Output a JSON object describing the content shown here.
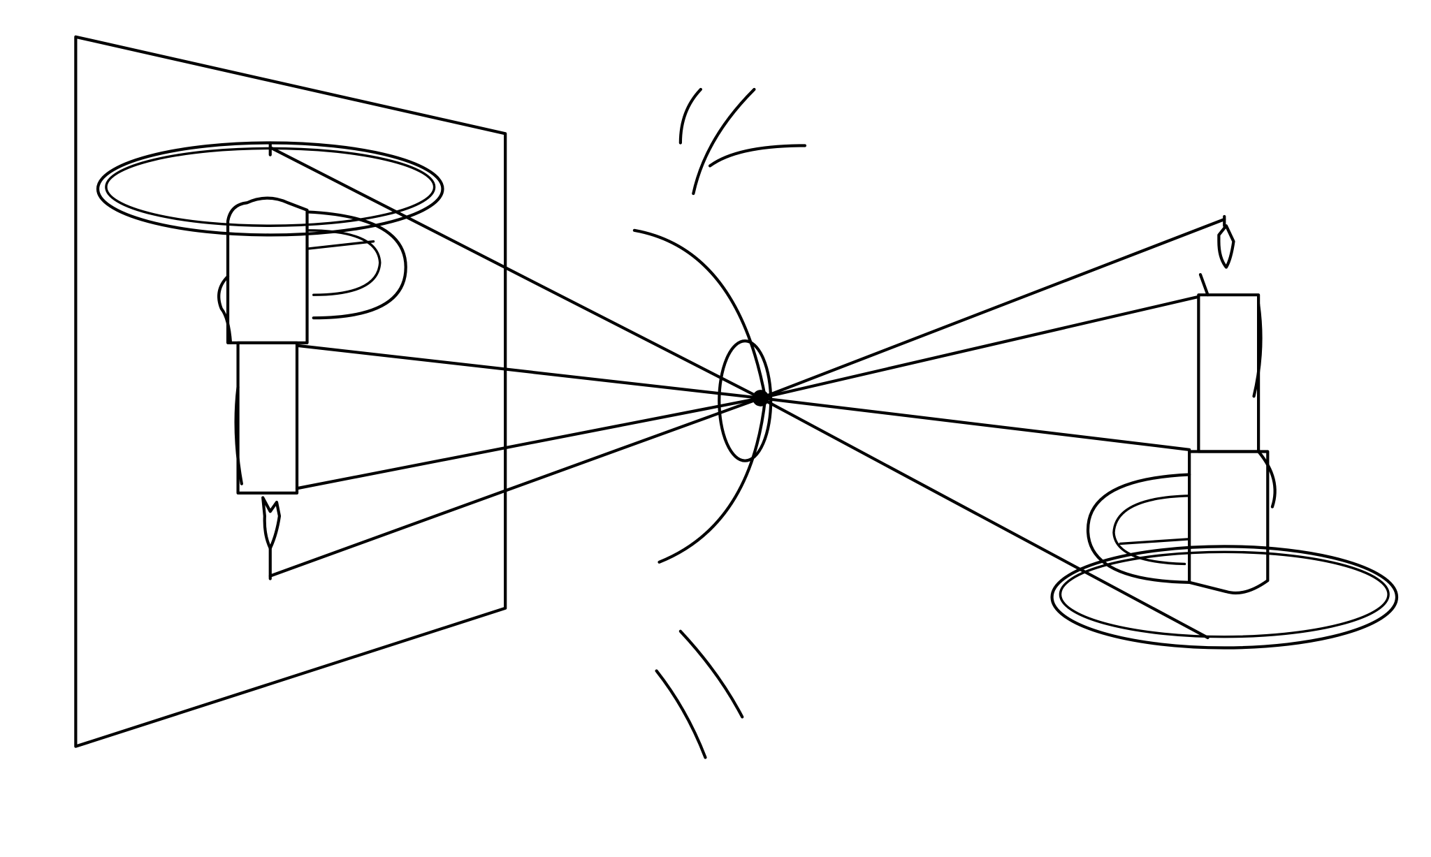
{
  "diagram": {
    "colors": {
      "line": "#000000",
      "background": "#ffffff"
    },
    "elements": [
      "projection-screen",
      "inverted-image-candle",
      "lens",
      "object-candle",
      "light-rays"
    ]
  }
}
